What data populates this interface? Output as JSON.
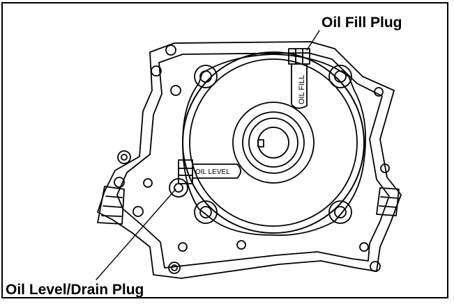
{
  "labels": {
    "oil_fill_plug": "Oil Fill Plug",
    "oil_level_drain_plug": "Oil Level/Drain Plug"
  },
  "markings": {
    "fill": "OIL FILL",
    "level": "OIL LEVEL"
  },
  "colors": {
    "ink": "#000000",
    "paper": "#ffffff"
  }
}
